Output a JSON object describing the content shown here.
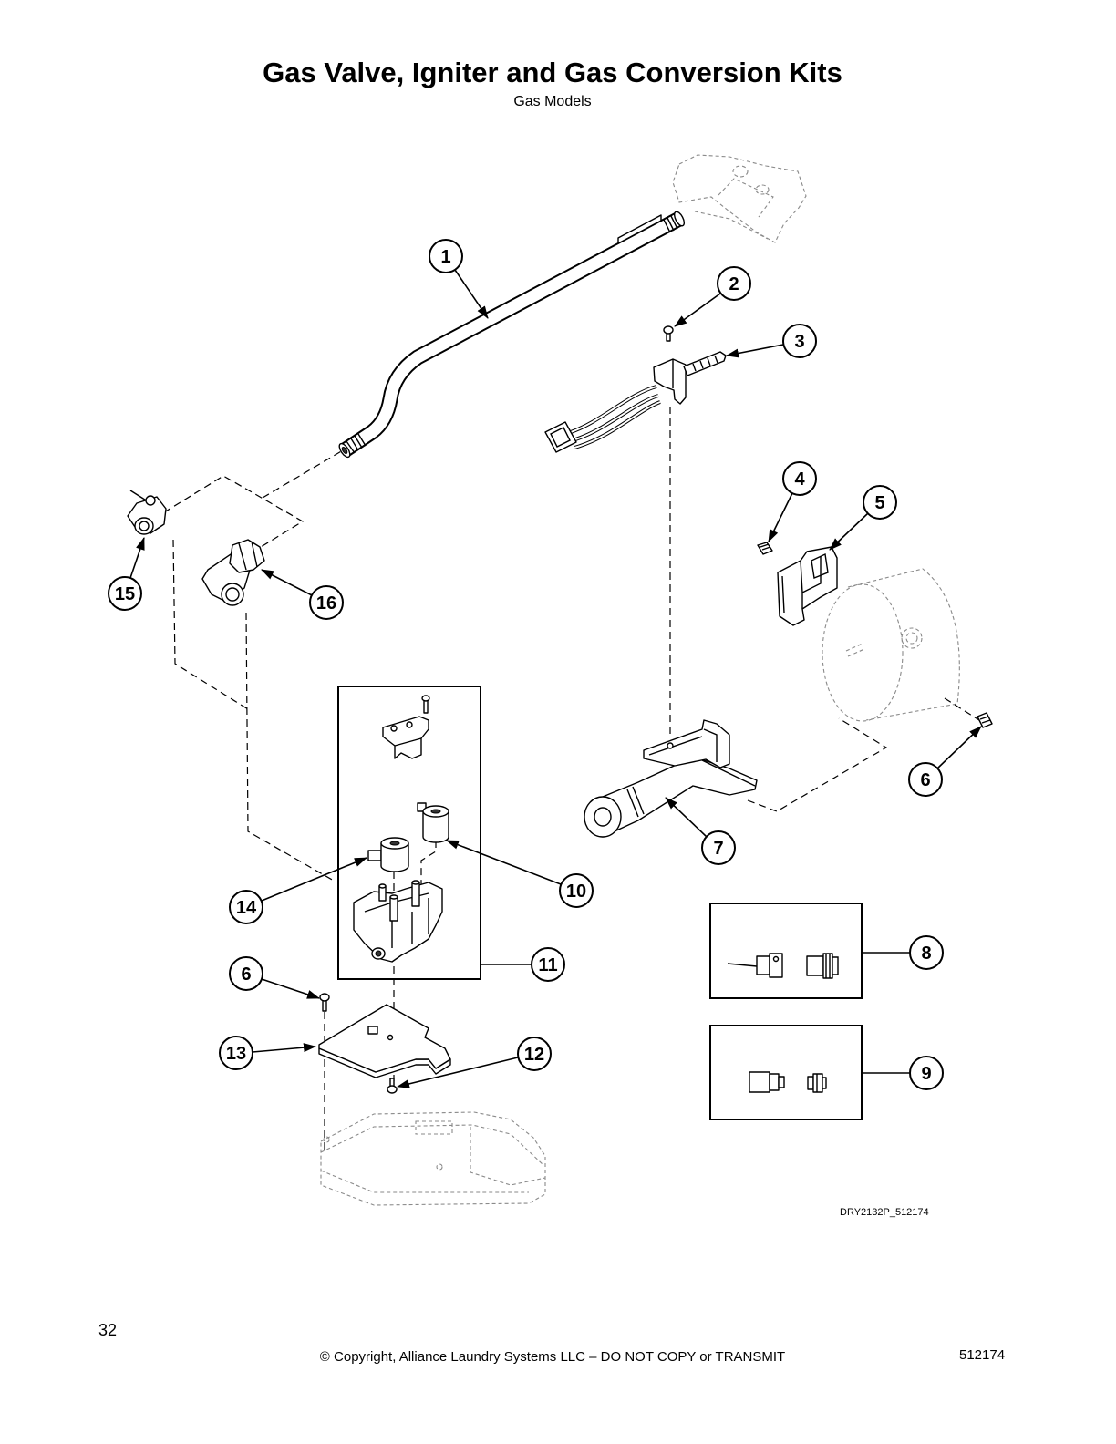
{
  "title": "Gas Valve, Igniter and Gas Conversion Kits",
  "subtitle": "Gas Models",
  "callouts": [
    "1",
    "2",
    "3",
    "4",
    "5",
    "6",
    "7",
    "8",
    "9",
    "10",
    "11",
    "12",
    "13",
    "14",
    "15",
    "16",
    "6"
  ],
  "drawing_code": "DRY2132P_512174",
  "footer": {
    "page_number": "32",
    "copyright": "© Copyright, Alliance Laundry Systems LLC – DO NOT COPY or TRANSMIT",
    "doc_number": "512174"
  }
}
